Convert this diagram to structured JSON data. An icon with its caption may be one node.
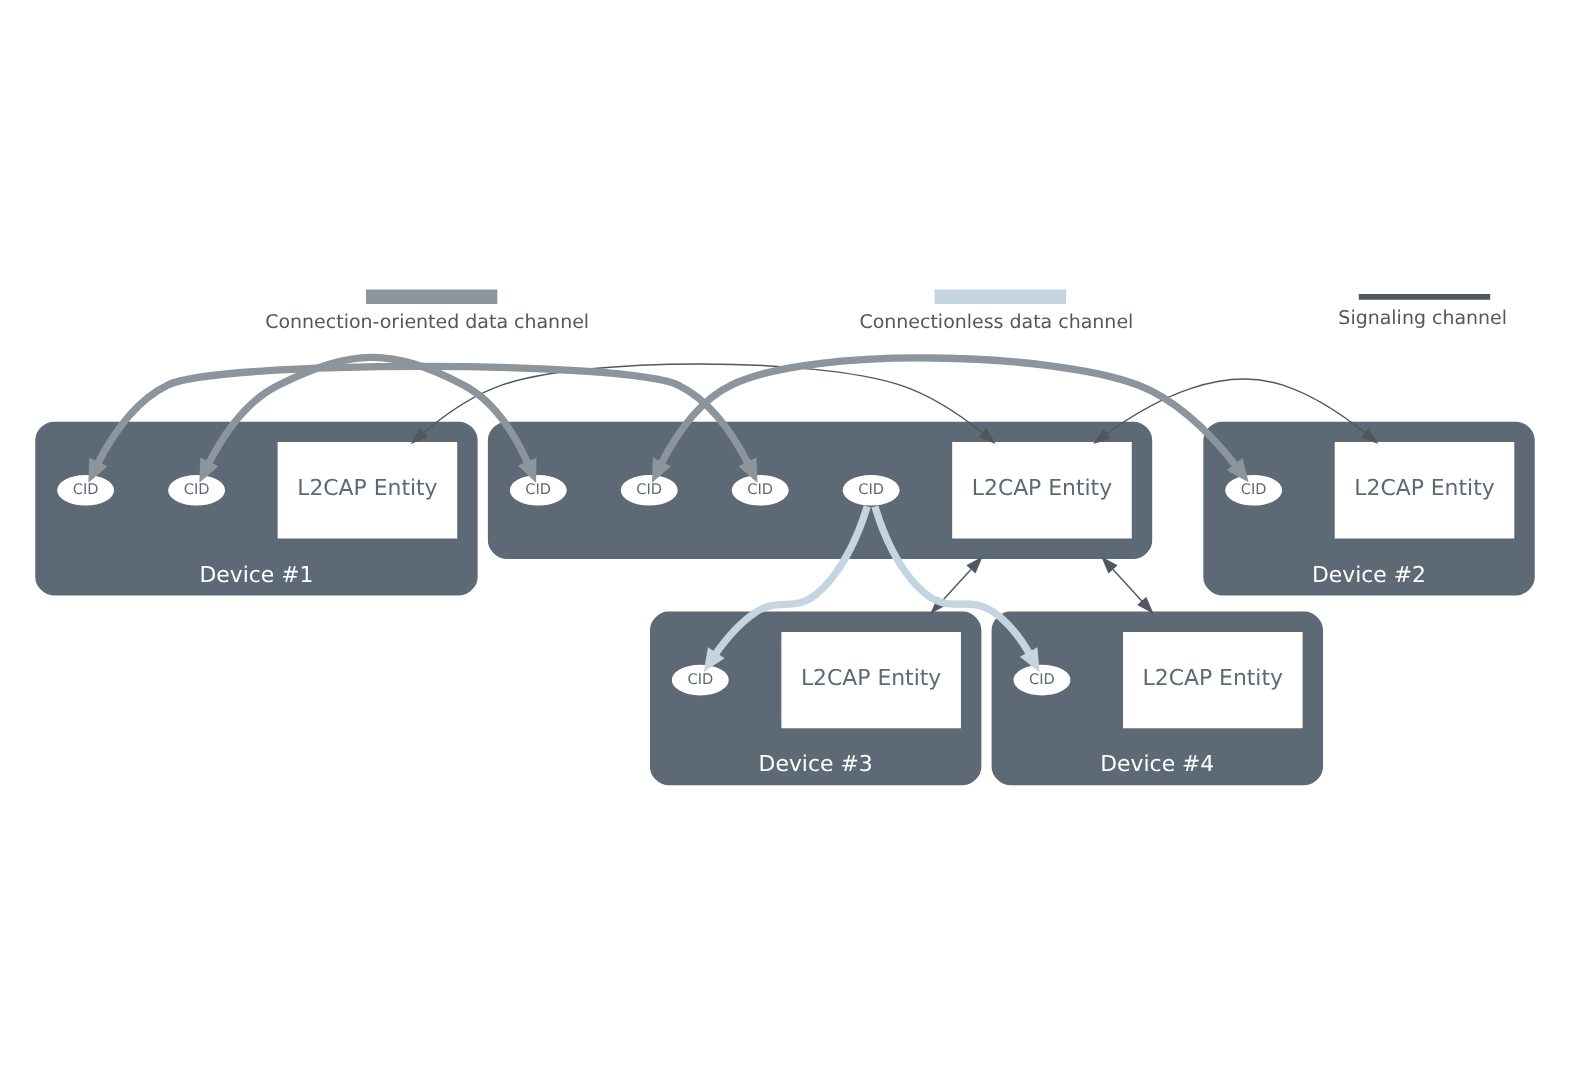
{
  "diagram": {
    "nodes": [
      {
        "text": [
          "Device #1"
        ]
      },
      {
        "text": [
          "L2CAP Entity"
        ],
        "in": 0
      },
      {
        "text": [
          "CID"
        ],
        "in": 0
      },
      {
        "text": [
          "CID"
        ],
        "in": 0
      },
      {
        "text": [],
        "shape": "box"
      },
      {
        "text": [
          "L2CAP Entity"
        ],
        "in": 4
      },
      {
        "text": [
          "CID"
        ],
        "in": 4
      },
      {
        "text": [
          "CID"
        ],
        "in": 4
      },
      {
        "text": [
          "CID"
        ],
        "in": 4
      },
      {
        "text": [
          "CID"
        ],
        "in": 4
      },
      {
        "text": [
          "Device #2"
        ]
      },
      {
        "text": [
          "L2CAP Entity"
        ],
        "in": 10
      },
      {
        "text": [
          "CID"
        ],
        "in": 10
      },
      {
        "text": [
          "Device #3"
        ]
      },
      {
        "text": [
          "L2CAP Entity"
        ],
        "in": 13
      },
      {
        "text": [
          "CID"
        ],
        "in": 13
      },
      {
        "text": [
          "Device #4"
        ]
      },
      {
        "text": [
          "L2CAP Entity"
        ],
        "in": 16
      },
      {
        "text": [
          "CID"
        ],
        "in": 16
      }
    ],
    "edges": [
      {
        "from": 2,
        "to": 6,
        "arrow": "both",
        "color": "#8c959c"
      },
      {
        "from": 1,
        "to": 5,
        "arrow": "both"
      },
      {
        "from": 3,
        "to": 7,
        "arrow": "both",
        "color": "#8c959c"
      },
      {
        "from": 8,
        "to": 12,
        "arrow": "both",
        "color": "#8c959c"
      },
      {
        "from": 5,
        "to": 11,
        "arrow": "both"
      },
      {
        "from": 9,
        "to": 15,
        "arrow": "to",
        "color": "#c5d5e0"
      },
      {
        "from": 9,
        "to": 18,
        "arrow": "to",
        "color": "#c5d5e0"
      },
      {
        "from": 4,
        "to": 13,
        "arrow": "both"
      },
      {
        "from": 4,
        "to": 16,
        "arrow": "both"
      }
    ],
    "legend": [
      {
        "text": "Connection-oriented data channel"
      },
      {
        "text": "Connectionless data channel"
      },
      {
        "text": "Signaling channel"
      }
    ]
  }
}
